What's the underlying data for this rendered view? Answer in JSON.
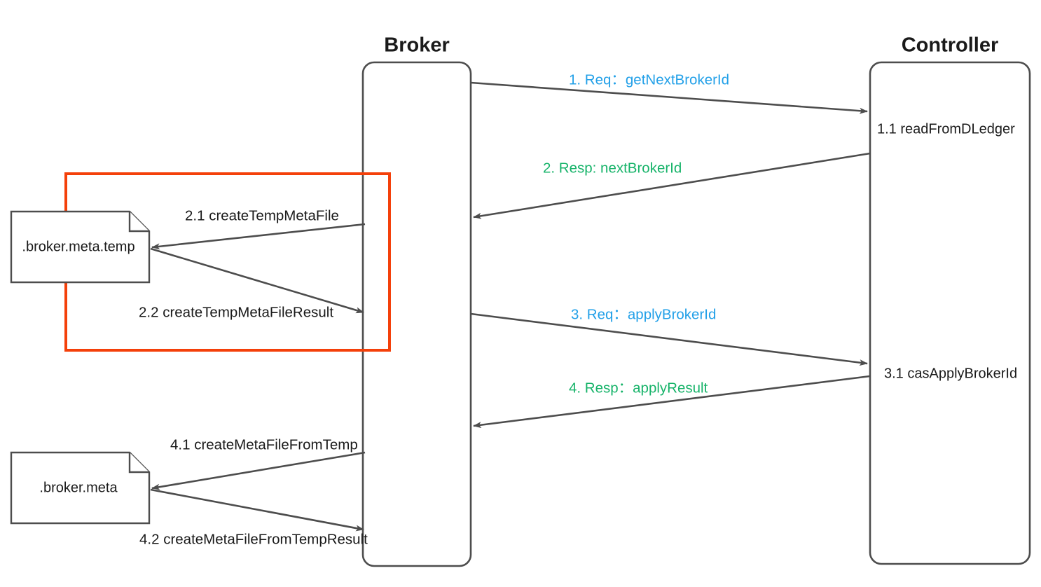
{
  "diagram": {
    "type": "sequence-diagram",
    "background": "#ffffff",
    "colors": {
      "request": "#22a0e8",
      "response": "#16b369",
      "highlight": "#f4400a",
      "stroke": "#4d4d4d",
      "text": "#1a1a1a"
    }
  },
  "actors": [
    {
      "id": "broker",
      "title": "Broker"
    },
    {
      "id": "controller",
      "title": "Controller"
    }
  ],
  "notes": [
    {
      "id": "broker-meta-temp",
      "label": ".broker.meta.temp"
    },
    {
      "id": "broker-meta",
      "label": ".broker.meta"
    }
  ],
  "messages": [
    {
      "id": "m1",
      "label": "1.  Req：getNextBrokerId",
      "kind": "request",
      "from": "broker",
      "to": "controller"
    },
    {
      "id": "m2",
      "label": "2.  Resp: nextBrokerId",
      "kind": "response",
      "from": "controller",
      "to": "broker"
    },
    {
      "id": "m2_1",
      "label": "2.1  createTempMetaFile",
      "kind": "plain",
      "from": "broker",
      "to": "broker-meta-temp"
    },
    {
      "id": "m2_2",
      "label": "2.2  createTempMetaFileResult",
      "kind": "plain",
      "from": "broker-meta-temp",
      "to": "broker"
    },
    {
      "id": "m3",
      "label": "3.  Req：applyBrokerId",
      "kind": "request",
      "from": "broker",
      "to": "controller"
    },
    {
      "id": "m4",
      "label": "4.  Resp：applyResult",
      "kind": "response",
      "from": "controller",
      "to": "broker"
    },
    {
      "id": "m4_1",
      "label": "4.1  createMetaFileFromTemp",
      "kind": "plain",
      "from": "broker",
      "to": "broker-meta"
    },
    {
      "id": "m4_2",
      "label": "4.2  createMetaFileFromTempResult",
      "kind": "plain",
      "from": "broker-meta",
      "to": "broker"
    }
  ],
  "internal_actions": [
    {
      "id": "a1_1",
      "label": "1.1  readFromDLedger",
      "actor": "controller"
    },
    {
      "id": "a3_1",
      "label": "3.1 casApplyBrokerId",
      "actor": "controller"
    }
  ],
  "highlight": {
    "id": "temp-file-step-highlight",
    "color": "#f4400a"
  }
}
